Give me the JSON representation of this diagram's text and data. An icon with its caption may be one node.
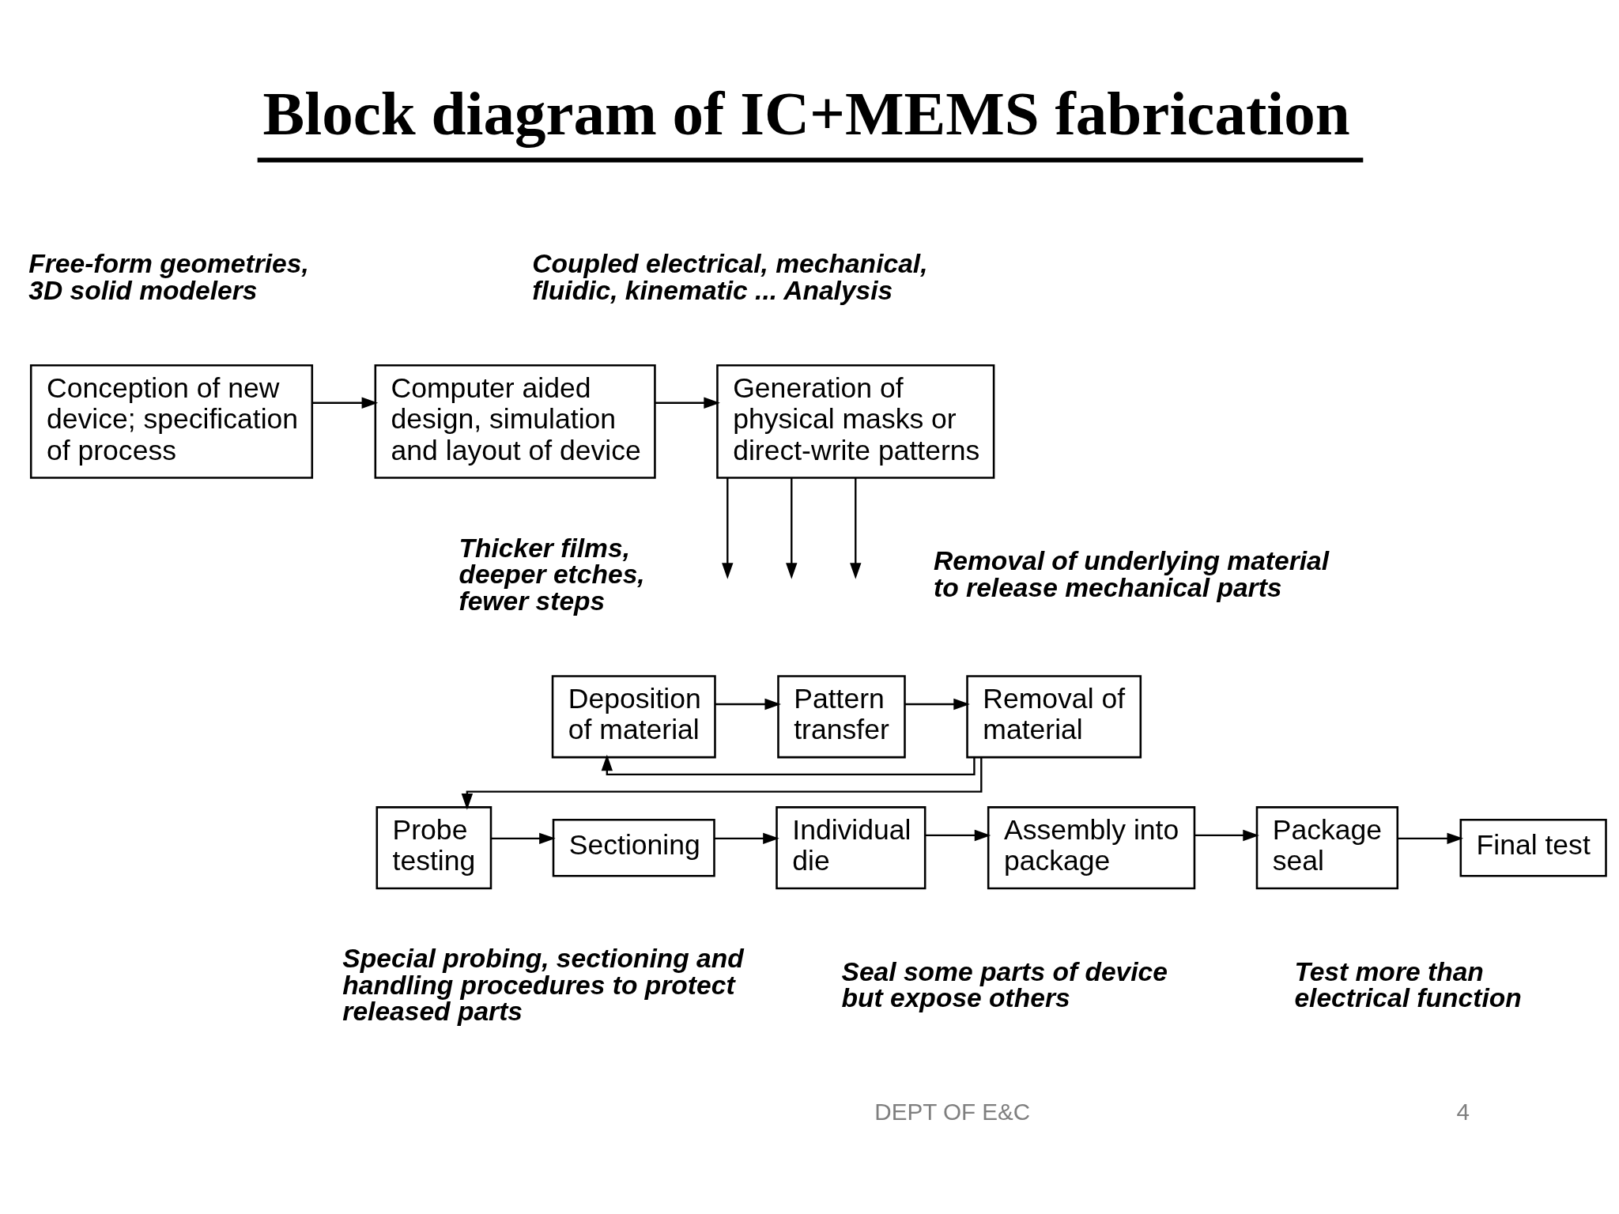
{
  "diagram": {
    "title": "Block diagram of IC+MEMS fabrication",
    "nodes": [
      {
        "text": [
          "Conception of new device; specification of process"
        ]
      },
      {
        "text": [
          "Computer aided design, simulation and layout of device"
        ]
      },
      {
        "text": [
          "Generation of physical masks or direct-write patterns"
        ]
      },
      {
        "text": [
          "Deposition of material"
        ]
      },
      {
        "text": [
          "Pattern transfer"
        ]
      },
      {
        "text": [
          "Removal of material"
        ]
      },
      {
        "text": [
          "Probe testing"
        ]
      },
      {
        "text": [
          "Sectioning"
        ]
      },
      {
        "text": [
          "Individual die"
        ]
      },
      {
        "text": [
          "Assembly into package"
        ]
      },
      {
        "text": [
          "Package seal"
        ]
      },
      {
        "text": [
          "Final test"
        ]
      }
    ],
    "edges": [
      {
        "from": 0,
        "to": 1,
        "arrow": "to"
      },
      {
        "from": 1,
        "to": 2,
        "arrow": "to"
      },
      {
        "from": 2,
        "to": null,
        "arrow": "to"
      },
      {
        "from": 2,
        "to": null,
        "arrow": "to"
      },
      {
        "from": 2,
        "to": null,
        "arrow": "to"
      },
      {
        "from": 3,
        "to": 4,
        "arrow": "to"
      },
      {
        "from": 4,
        "to": 5,
        "arrow": "to"
      },
      {
        "from": 5,
        "to": 3,
        "arrow": "to"
      },
      {
        "from": 5,
        "to": 6,
        "arrow": "to"
      },
      {
        "from": 6,
        "to": 7,
        "arrow": "to"
      },
      {
        "from": 7,
        "to": 8,
        "arrow": "to"
      },
      {
        "from": 8,
        "to": 9,
        "arrow": "to"
      },
      {
        "from": 9,
        "to": 10,
        "arrow": "to"
      },
      {
        "from": 10,
        "to": 11,
        "arrow": "to"
      }
    ],
    "labels": [
      "Free-form geometries, 3D solid modelers",
      "Coupled electrical, mechanical, fluidic, kinematic ... Analysis",
      "Thicker films, deeper etches, fewer steps",
      "Removal of underlying material to release mechanical parts",
      "Special probing, sectioning and handling procedures to protect released parts",
      "Seal some parts of device but expose others",
      "Test more than electrical function",
      "DEPT OF E&C",
      "4"
    ]
  }
}
